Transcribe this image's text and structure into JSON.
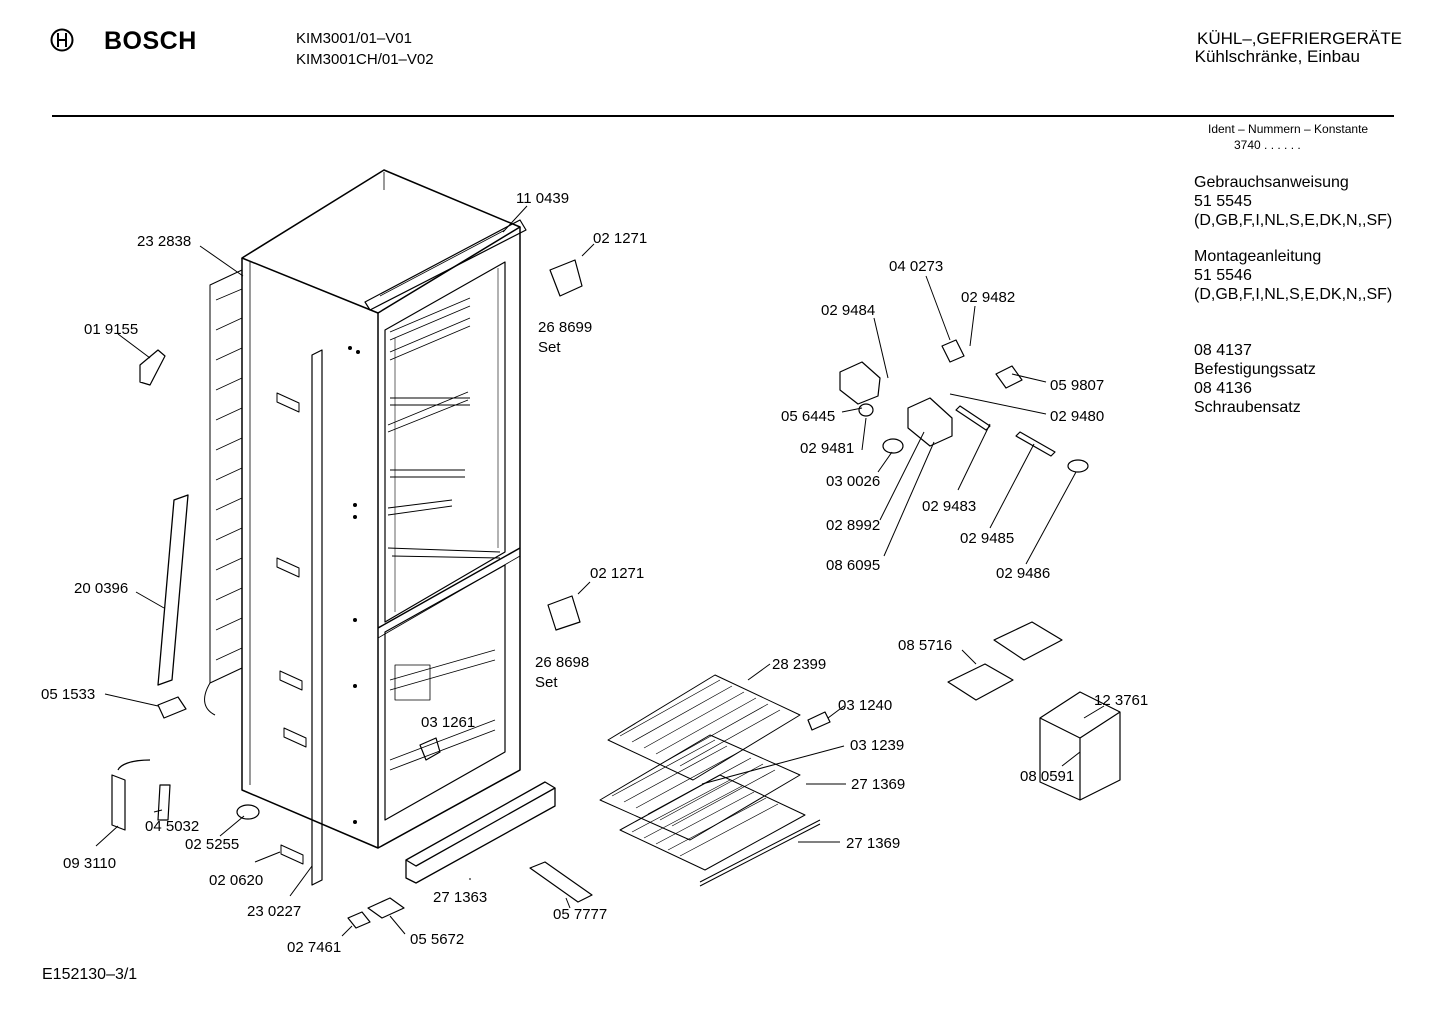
{
  "header": {
    "brand": "BOSCH",
    "models": [
      "KIM3001/01–V01",
      "KIM3001CH/01–V02"
    ],
    "category_line1": "KÜHL–,GEFRIERGERÄTE",
    "category_line2": "Kühlschränke, Einbau"
  },
  "ident": {
    "title": "Ident – Nummern – Konstante",
    "value": "3740  .  .    .  .  .  ."
  },
  "sidebar": {
    "b1": [
      "Gebrauchsanweisung",
      "51 5545",
      "(D,GB,F,I,NL,S,E,DK,N,,SF)"
    ],
    "b2": [
      "Montageanleitung",
      "51 5546",
      "(D,GB,F,I,NL,S,E,DK,N,,SF)"
    ],
    "b3": [
      "08 4137",
      "Befestigungssatz",
      "08 4136",
      "Schraubensatz"
    ]
  },
  "parts": {
    "p110439": "11 0439",
    "p232838": "23 2838",
    "p021271a": "02 1271",
    "p268699": "26 8699",
    "set_a": "Set",
    "p019155": "01 9155",
    "p040273": "04 0273",
    "p029482": "02 9482",
    "p029484": "02 9484",
    "p059807": "05 9807",
    "p056445": "05 6445",
    "p029480": "02 9480",
    "p029481": "02 9481",
    "p030026": "03 0026",
    "p029483": "02 9483",
    "p028992": "02 8992",
    "p029485": "02 9485",
    "p086095": "08 6095",
    "p029486": "02 9486",
    "p021271b": "02 1271",
    "p268698": "26 8698",
    "set_b": "Set",
    "p200396": "20 0396",
    "p282399": "28 2399",
    "p085716": "08 5716",
    "p051533": "05 1533",
    "p123761": "12 3761",
    "p031240": "03 1240",
    "p031261": "03 1261",
    "p031239": "03 1239",
    "p080591": "08 0591",
    "p271369a": "27 1369",
    "p045032": "04 5032",
    "p093110": "09 3110",
    "p025255": "02 5255",
    "p271369b": "27 1369",
    "p020620": "02 0620",
    "p230227": "23 0227",
    "p271363": "27 1363",
    "p057777": "05 7777",
    "p055672": "05 5672",
    "p027461": "02 7461"
  },
  "footer": {
    "code": "E152130–3/1"
  }
}
